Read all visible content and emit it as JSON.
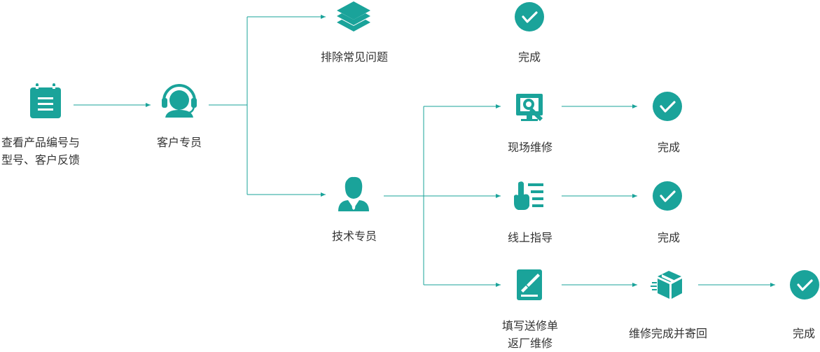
{
  "colors": {
    "accent": "#1aa39a",
    "line": "#1aa39a",
    "text": "#333333",
    "icon_fg": "#ffffff"
  },
  "nodes": {
    "product_info": {
      "icon": "clipboard-icon",
      "lines": [
        "查看产品编号与",
        "型号、客户反馈"
      ]
    },
    "customer_service": {
      "icon": "headset-agent-icon",
      "label": "客户专员"
    },
    "troubleshoot": {
      "icon": "layers-icon",
      "label": "排除常见问题"
    },
    "done_1": {
      "icon": "check-circle-icon",
      "label": "完成"
    },
    "tech_specialist": {
      "icon": "businessman-icon",
      "label": "技术专员"
    },
    "onsite_repair": {
      "icon": "wrench-monitor-icon",
      "label": "现场维修"
    },
    "done_2": {
      "icon": "check-circle-icon",
      "label": "完成"
    },
    "online_guide": {
      "icon": "hand-list-icon",
      "label": "线上指导"
    },
    "done_3": {
      "icon": "check-circle-icon",
      "label": "完成"
    },
    "repair_form": {
      "icon": "form-pen-icon",
      "lines": [
        "填写送修单",
        "返厂维修"
      ]
    },
    "ship_back": {
      "icon": "package-icon",
      "label": "维修完成并寄回"
    },
    "done_4": {
      "icon": "check-circle-icon",
      "label": "完成"
    }
  }
}
